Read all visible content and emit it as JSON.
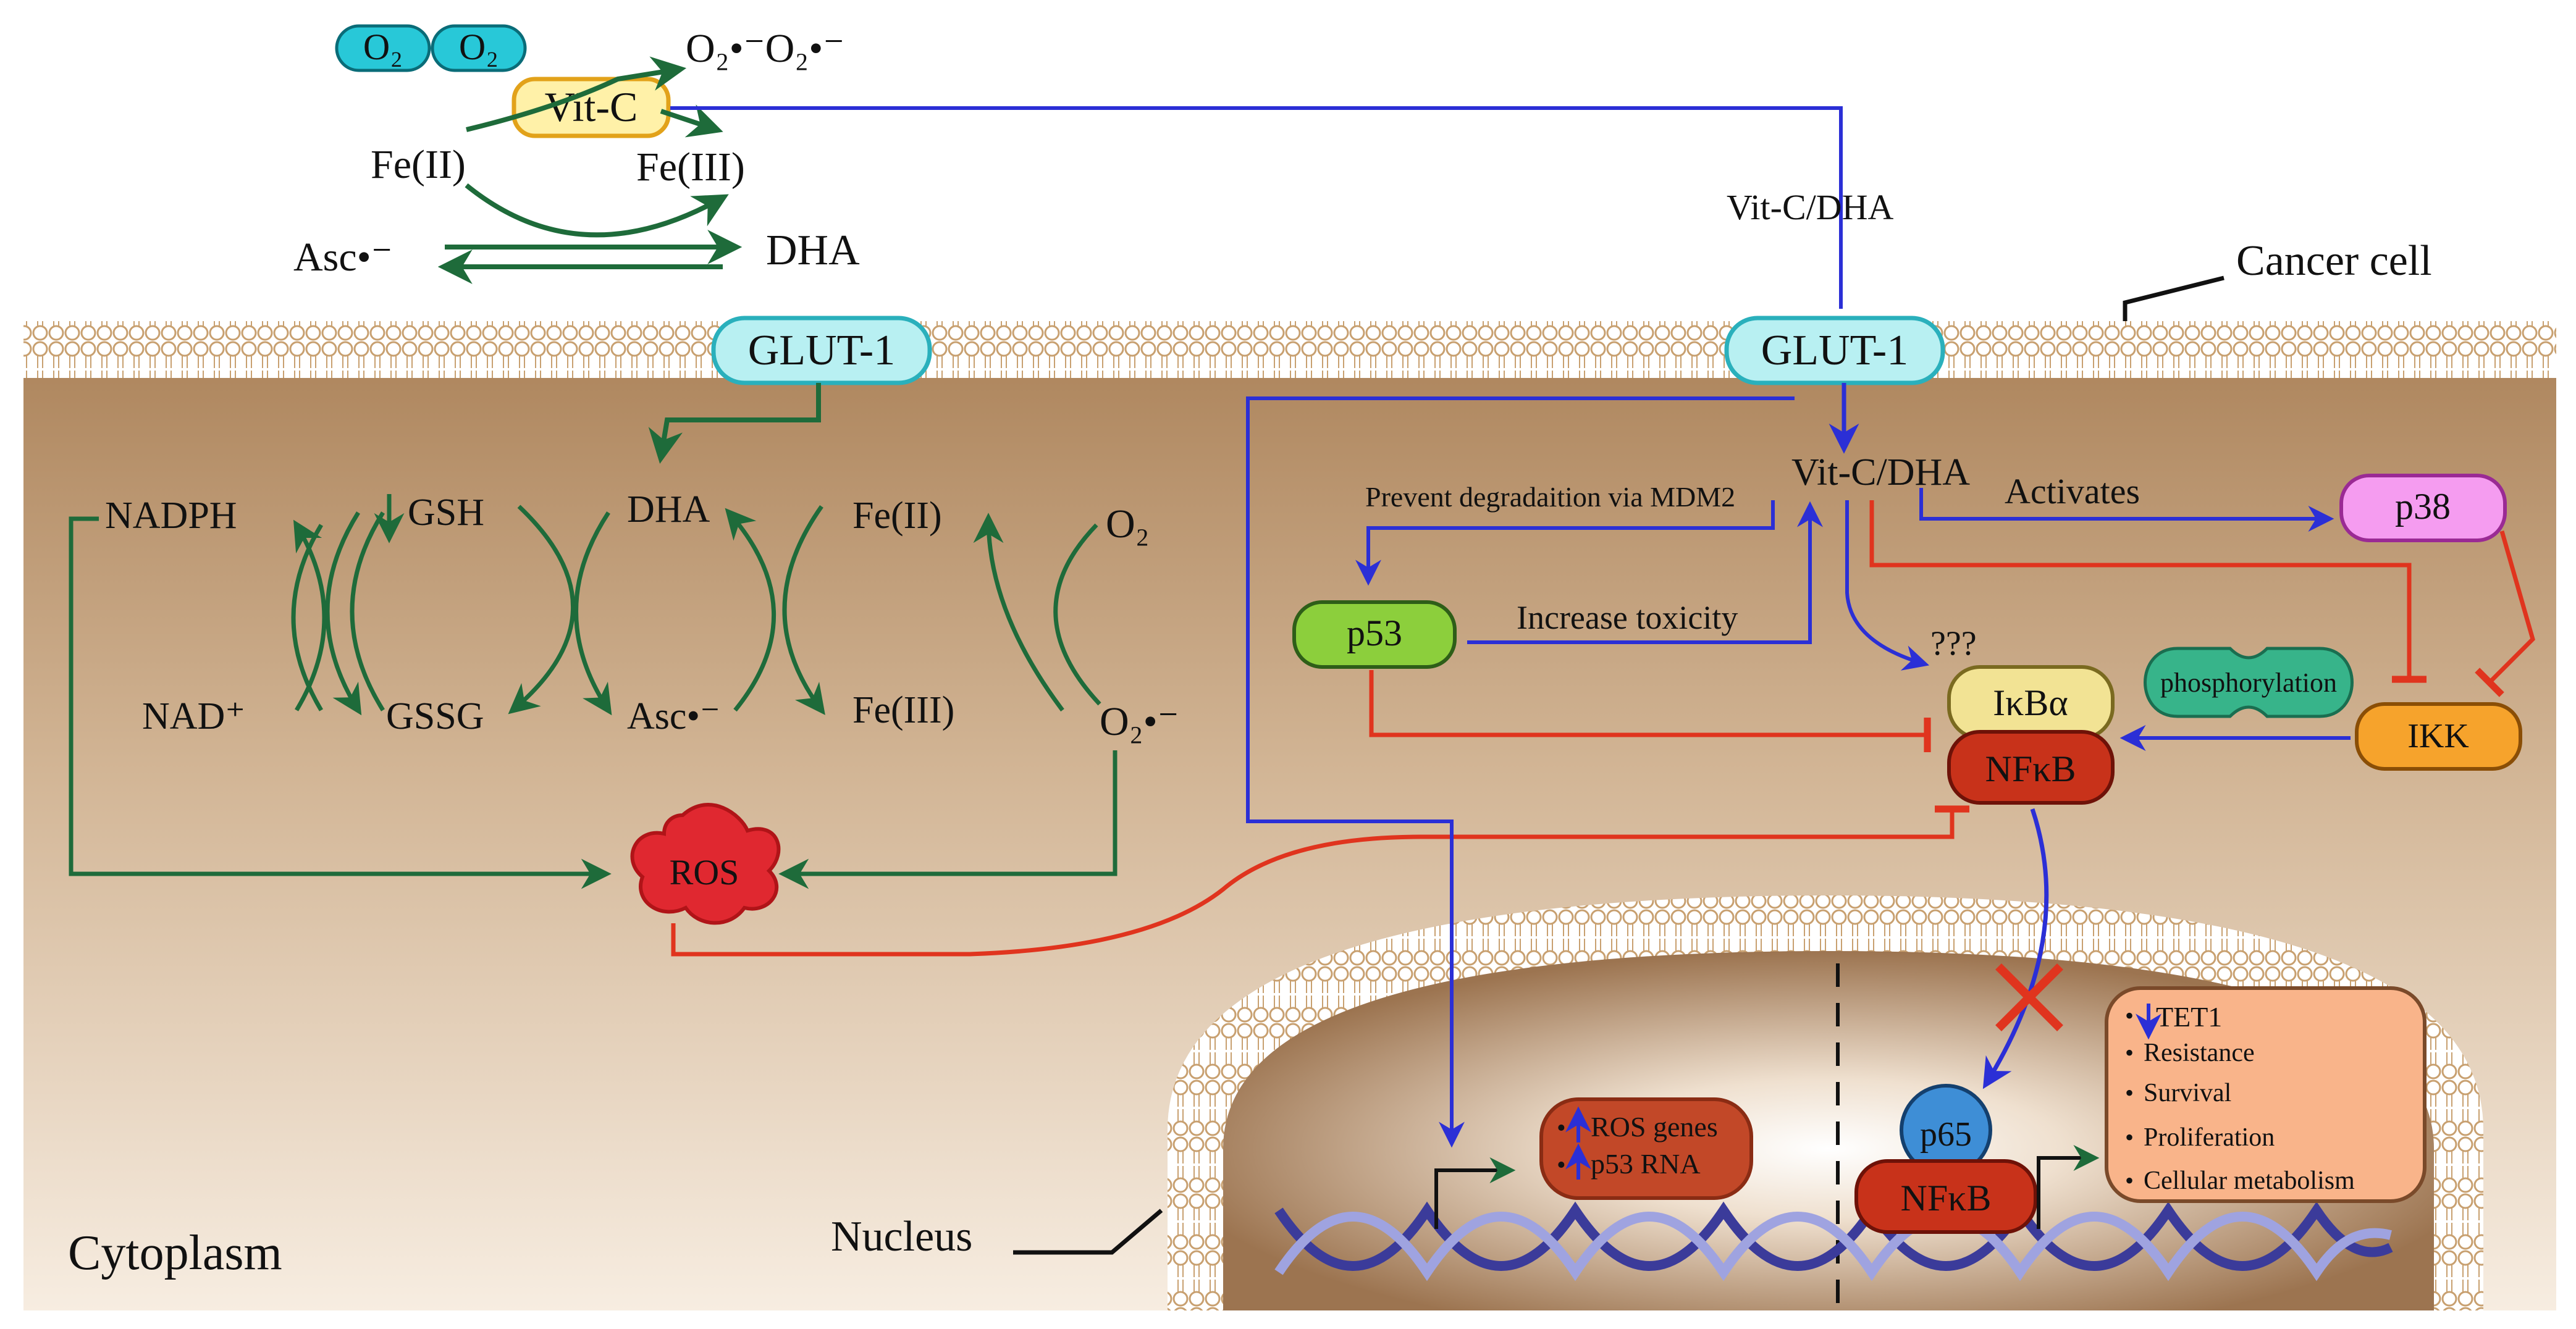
{
  "extracellular": {
    "o2_pair": [
      "O₂",
      "O₂"
    ],
    "superoxide_out": "O₂•⁻O₂•⁻",
    "vitc": "Vit-C",
    "fe2": "Fe(II)",
    "fe3": "Fe(III)",
    "asc": "Asc•⁻",
    "dha": "DHA",
    "vitc_dha_label": "Vit-C/DHA",
    "cancer_cell": "Cancer cell"
  },
  "membrane": {
    "glut_left": "GLUT-1",
    "glut_right": "GLUT-1"
  },
  "cycles": {
    "nadph": "NADPH",
    "nad": "NAD⁺",
    "gsh": "GSH",
    "gssg": "GSSG",
    "dha": "DHA",
    "asc": "Asc•⁻",
    "fe2": "Fe(II)",
    "fe3": "Fe(III)",
    "o2": "O₂",
    "superoxide": "O₂•⁻",
    "ros": "ROS"
  },
  "signaling": {
    "vitc_dha": "Vit-C/DHA",
    "prevent": "Prevent degradaition via MDM2",
    "activates": "Activates",
    "p38": "p38",
    "p53": "p53",
    "increase": "Increase toxicity",
    "unknown": "???",
    "ikba": "IκBα",
    "nfkb": "NFκB",
    "phosphorylation": "phosphorylation",
    "ikk": "IKK"
  },
  "nucleus": {
    "label": "Nucleus",
    "genes": [
      "ROS genes",
      "p53 RNA"
    ],
    "p65": "p65",
    "nfkb": "NFκB",
    "effects": [
      "TET1",
      "Resistance",
      "Survival",
      "Proliferation",
      "Cellular metabolism"
    ]
  },
  "cytoplasm": "Cytoplasm",
  "colors": {
    "green_arrow": "#1e6b3a",
    "blue_arrow": "#2b2fd6",
    "red_inhibit": "#e0341e",
    "cytoplasm_top": "#b08860",
    "cytoplasm_bottom": "#f6ece0",
    "glut": "#b8f0f2",
    "vitc_box": "#fff1a8",
    "p38": "#f59cf0",
    "p53": "#8ccf3c",
    "ikba": "#f2e394",
    "nfkb": "#c8321a",
    "ikk": "#f6a32c",
    "ros": "#e02830",
    "p65": "#3e8ed6"
  }
}
